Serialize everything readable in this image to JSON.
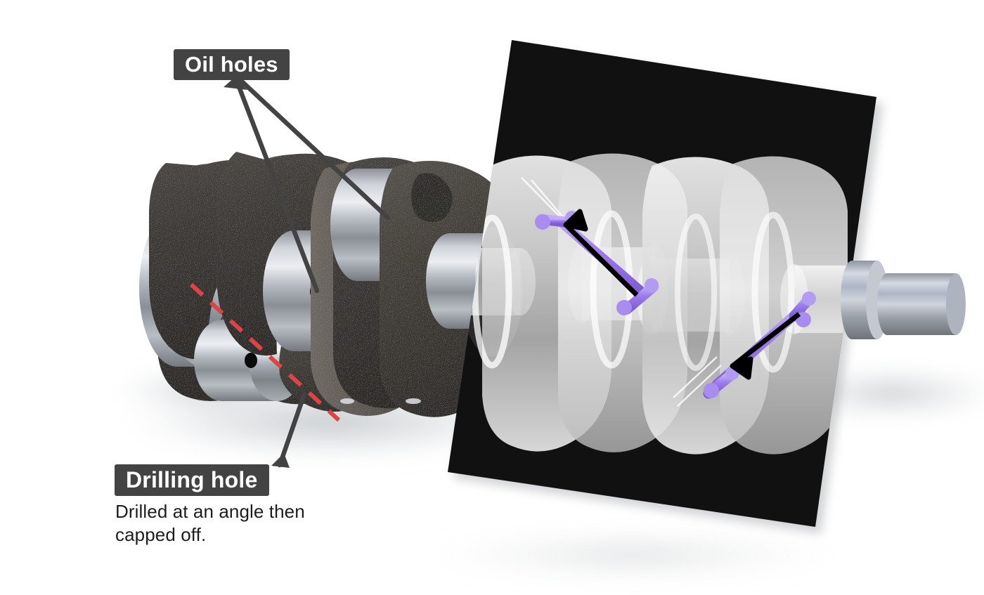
{
  "figure": {
    "title_hidden": "",
    "subject": "engine crankshaft oil gallery cutaway diagram",
    "background_color": "#ffffff"
  },
  "callouts": [
    {
      "id": "oil-holes",
      "label": "Oil holes",
      "chip_bg": "#434343",
      "chip_text_color": "#ffffff",
      "leader_color": "#434343",
      "targets": [
        "front-main-journal-oil-hole",
        "rod-journal-oil-hole"
      ]
    },
    {
      "id": "drilling-hole",
      "label": "Drilling hole",
      "description": "Drilled at an angle then\ncapped off.",
      "chip_bg": "#434343",
      "chip_text_color": "#ffffff",
      "body_text_color": "#1d1d1d",
      "leader_color": "#434343"
    }
  ],
  "annotations": {
    "drill_axis": {
      "name": "drilling-axis-dashed-line",
      "style": "dashed",
      "color": "#e04343",
      "width": 6,
      "dash": "22 16"
    },
    "oil_passages": [
      {
        "name": "front-oil-gallery",
        "color": "#9c7bea",
        "arrow_color": "#000000",
        "direction": "up-left"
      },
      {
        "name": "rear-oil-gallery",
        "color": "#9c7bea",
        "arrow_color": "#000000",
        "direction": "down-left"
      }
    ]
  },
  "xray_panel": {
    "name": "xray-black-panel",
    "background": "#111111",
    "rotation_deg": -6.5,
    "ghost_color": "#d8d8d8"
  },
  "crankshaft": {
    "name": "crankshaft-3d-render",
    "finish_dark": "#3b3835",
    "finish_machined": "#b9bcc2",
    "parts": [
      "flange",
      "front-main-journal",
      "counterweight",
      "rod-journal",
      "rear-main-journal",
      "output-shaft-nose"
    ]
  },
  "colors": {
    "chip_bg": "#434343",
    "text_dark": "#1d1d1d",
    "dash_red": "#e04343",
    "passage_purple": "#9c7bea",
    "panel_black": "#111111"
  }
}
